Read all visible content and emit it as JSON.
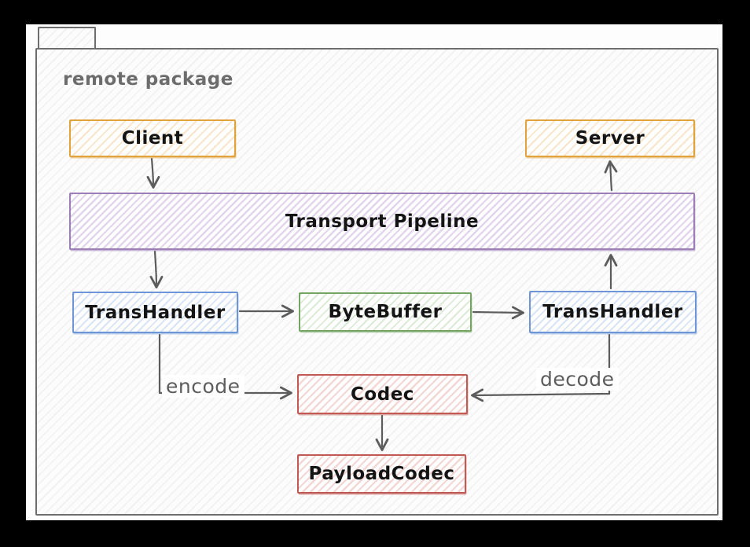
{
  "diagram": {
    "package": {
      "label": "remote package"
    },
    "nodes": {
      "client": {
        "label": "Client",
        "color": "#e2a23c"
      },
      "server": {
        "label": "Server",
        "color": "#e2a23c"
      },
      "transport_pipeline": {
        "label": "Transport Pipeline",
        "color": "#9d7fb8"
      },
      "trans_handler_left": {
        "label": "TransHandler",
        "color": "#6e96d6"
      },
      "byte_buffer": {
        "label": "ByteBuffer",
        "color": "#74a563"
      },
      "trans_handler_right": {
        "label": "TransHandler",
        "color": "#6e96d6"
      },
      "codec": {
        "label": "Codec",
        "color": "#c05a55"
      },
      "payload_codec": {
        "label": "PayloadCodec",
        "color": "#c05a55"
      }
    },
    "edge_labels": {
      "encode": "encode",
      "decode": "decode"
    },
    "edges": [
      {
        "from": "Client",
        "to": "Transport Pipeline",
        "label": ""
      },
      {
        "from": "Transport Pipeline",
        "to": "TransHandler(left)",
        "label": ""
      },
      {
        "from": "TransHandler(left)",
        "to": "ByteBuffer",
        "label": ""
      },
      {
        "from": "ByteBuffer",
        "to": "TransHandler(right)",
        "label": ""
      },
      {
        "from": "TransHandler(right)",
        "to": "Transport Pipeline",
        "label": ""
      },
      {
        "from": "Transport Pipeline",
        "to": "Server",
        "label": ""
      },
      {
        "from": "TransHandler(left)",
        "to": "Codec",
        "label": "encode"
      },
      {
        "from": "TransHandler(right)",
        "to": "Codec",
        "label": "decode"
      },
      {
        "from": "Codec",
        "to": "PayloadCodec",
        "label": ""
      }
    ],
    "stroke_color": "#5c5c5c",
    "package_border_color": "#6e6e6e"
  }
}
